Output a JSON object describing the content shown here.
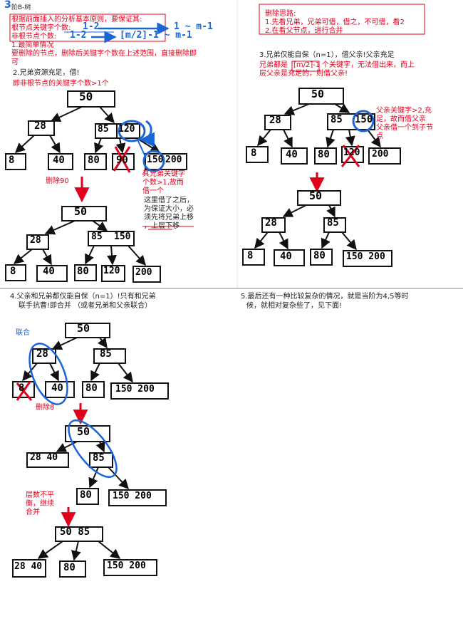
{
  "title": {
    "mark": "3",
    "text": "阶B-树"
  },
  "intro": {
    "line1": "根据前面插入的分析基本原则，要保证其:",
    "line2": "根节点关键字个数:",
    "line3": "非根节点个数:",
    "root_range": "1-2",
    "root_bound": "1 ~ m-1",
    "nonroot_range": "1-2",
    "nonroot_bound": "[m/2]-1 ~ m-1",
    "case1_title": "1.最简单情况",
    "case1_desc": "要删除的节点，删除后关键字个数在上述范围，直接删除即可"
  },
  "ideas": {
    "title": "删除思路:",
    "line1": "1.先看兄弟，兄弟可借，借之，不可借，看2",
    "line2": "2.在看父节点，进行合并"
  },
  "case2": {
    "title": "2.兄弟资源充足，借!",
    "sub": "即非根节点的关键字个数>1个",
    "note_sibling": [
      "其兄弟关键字",
      "个数>1,故而",
      "借一个"
    ],
    "delete_label": "删除90",
    "explain": [
      "这里借了之后，",
      "为保证大小，必",
      "须先将兄弟上移",
      "，上层下移"
    ],
    "tree1": {
      "root": "50",
      "left": "28",
      "right": [
        "85",
        "120"
      ],
      "leaves": [
        "8",
        "40",
        "80",
        "90",
        "150",
        "200"
      ]
    },
    "tree2": {
      "root": "50",
      "left": "28",
      "right": [
        "85",
        "150"
      ],
      "leaves": [
        "8",
        "40",
        "80",
        "120",
        "200"
      ]
    }
  },
  "case3": {
    "title": "3.兄弟仅能自保（n=1），借父亲!父亲充足",
    "desc1_a": "兄弟都是",
    "desc1_b": "[m/2]-1",
    "desc1_c": "个关键字，无法借出来，而上",
    "desc2": "层父亲是充足的，则借父亲!",
    "note_parent": [
      "父亲关键字>2,充",
      "足，故而借父亲",
      "父亲借一个到子节",
      "点"
    ],
    "tree1": {
      "root": "50",
      "left": "28",
      "right": [
        "85",
        "150"
      ],
      "leaves": [
        "8",
        "40",
        "80",
        "120",
        "200"
      ]
    },
    "tree2": {
      "root": "50",
      "left": "28",
      "right": [
        "85"
      ],
      "leaves": [
        "8",
        "40",
        "80",
        "150 200"
      ]
    }
  },
  "case4": {
    "title1": "4.父亲和兄弟都仅能自保（n=1）!只有和兄弟",
    "title2": "联手抗曹!即合并 （或者兄弟和父亲联合）",
    "merge_label": "联合",
    "delete_label": "删除8",
    "imbalance": [
      "层数不平",
      "衡，继续",
      "合并"
    ],
    "tree1": {
      "root": "50",
      "left": "28",
      "right": [
        "85"
      ],
      "leaves": [
        "8",
        "40",
        "80",
        "150 200"
      ]
    },
    "tree2": {
      "root": "50",
      "left": "28 40",
      "right": [
        "85"
      ],
      "leaves": [
        "80",
        "150 200"
      ]
    },
    "tree3": {
      "root": "50 85",
      "leaves": [
        "28 40",
        "80",
        "150 200"
      ]
    }
  },
  "case5": {
    "line1": "5.最后还有一种比较复杂的情况，就是当阶为4,5等时",
    "line2": "候，就相对复杂些了，见下面!"
  },
  "colors": {
    "text": "#222222",
    "red": "#e0001b",
    "blue": "#1a66d6",
    "ink": "#111111"
  }
}
